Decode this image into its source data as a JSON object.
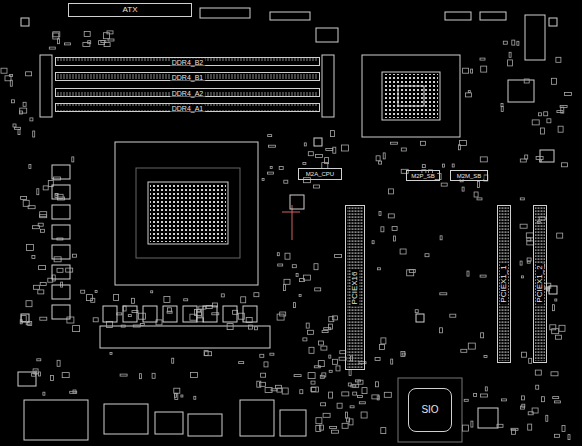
{
  "diagram": {
    "nodes": [
      {
        "text": [
          "ATX"
        ]
      },
      {
        "text": [
          "DDR4_B2"
        ]
      },
      {
        "text": [
          "DDR4_B1"
        ]
      },
      {
        "text": [
          "DDR4_A2"
        ]
      },
      {
        "text": [
          "DDR4_A1"
        ]
      },
      {
        "text": [
          "M2A_CPU"
        ]
      },
      {
        "text": [
          "M2P_SB"
        ]
      },
      {
        "text": [
          "M2M_SB"
        ]
      },
      {
        "text": [
          "PCIEX16"
        ]
      },
      {
        "text": [
          "PCIEX1_1"
        ]
      },
      {
        "text": [
          "PCIEX1_2"
        ]
      },
      {
        "text": [
          "SIO"
        ]
      }
    ]
  }
}
